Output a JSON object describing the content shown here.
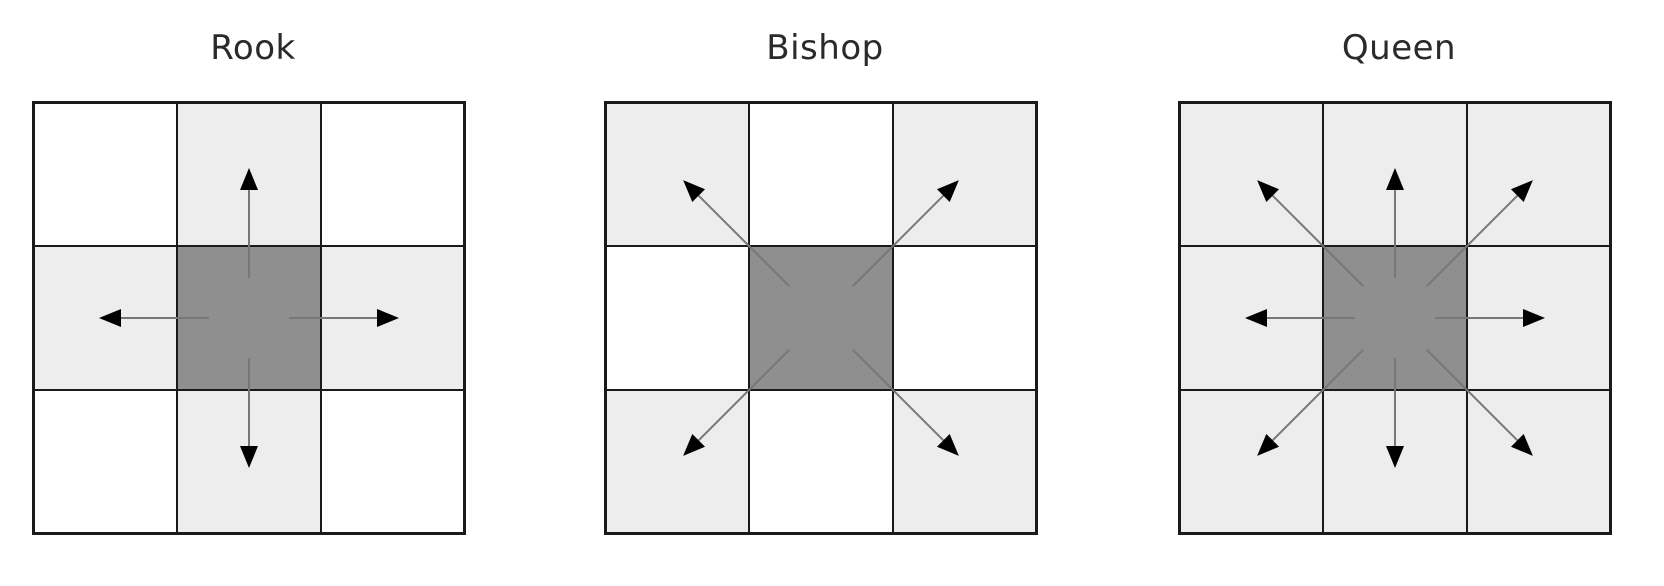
{
  "colors": {
    "empty": "#ffffff",
    "reachable": "#ededed",
    "center": "#8f8f8f",
    "grid_line": "#1a1a1a",
    "arrow": "#777777",
    "arrow_head": "#000000"
  },
  "panels": [
    {
      "id": "rook",
      "title": "Rook",
      "cells": [
        [
          "empty",
          "reachable",
          "empty"
        ],
        [
          "reachable",
          "center",
          "reachable"
        ],
        [
          "empty",
          "reachable",
          "empty"
        ]
      ],
      "directions": [
        "up",
        "down",
        "left",
        "right"
      ]
    },
    {
      "id": "bishop",
      "title": "Bishop",
      "cells": [
        [
          "reachable",
          "empty",
          "reachable"
        ],
        [
          "empty",
          "center",
          "empty"
        ],
        [
          "reachable",
          "empty",
          "reachable"
        ]
      ],
      "directions": [
        "up-left",
        "up-right",
        "down-left",
        "down-right"
      ]
    },
    {
      "id": "queen",
      "title": "Queen",
      "cells": [
        [
          "reachable",
          "reachable",
          "reachable"
        ],
        [
          "reachable",
          "center",
          "reachable"
        ],
        [
          "reachable",
          "reachable",
          "reachable"
        ]
      ],
      "directions": [
        "up",
        "down",
        "left",
        "right",
        "up-left",
        "up-right",
        "down-left",
        "down-right"
      ]
    }
  ]
}
